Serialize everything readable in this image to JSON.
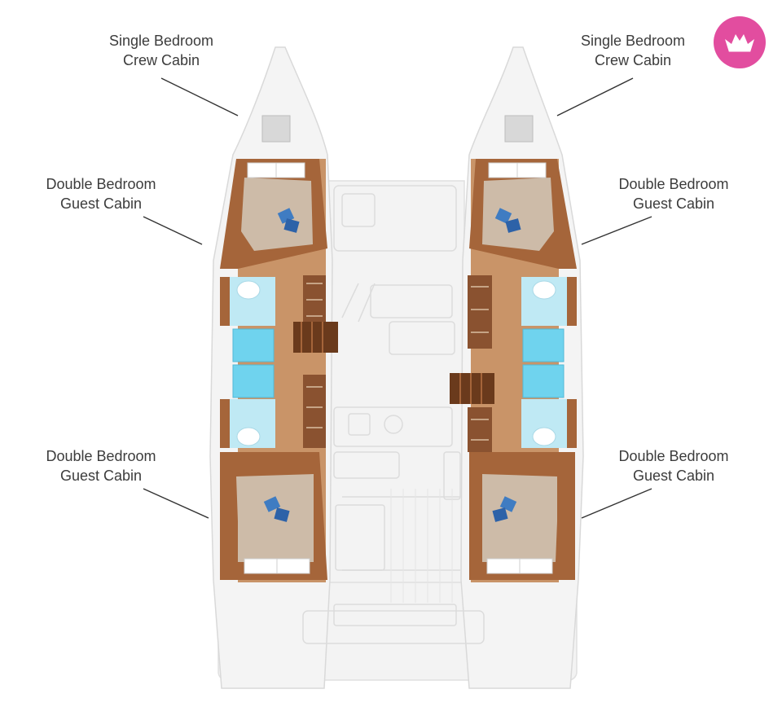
{
  "labels": {
    "port_crew": {
      "line1": "Single Bedroom",
      "line2": "Crew Cabin"
    },
    "stbd_crew": {
      "line1": "Single Bedroom",
      "line2": "Crew Cabin"
    },
    "port_fwd_guest": {
      "line1": "Double Bedroom",
      "line2": "Guest Cabin"
    },
    "stbd_fwd_guest": {
      "line1": "Double Bedroom",
      "line2": "Guest Cabin"
    },
    "port_aft_guest": {
      "line1": "Double Bedroom",
      "line2": "Guest Cabin"
    },
    "stbd_aft_guest": {
      "line1": "Double Bedroom",
      "line2": "Guest Cabin"
    }
  },
  "colors": {
    "hull": "#f4f4f4",
    "hull_outline": "#d9d9d9",
    "wood": "#a5653a",
    "wood_dark": "#7a4423",
    "floor": "#c99468",
    "bed": "#cdbba8",
    "pillow": "#3f7cc2",
    "bath": "#bfe9f4",
    "shower": "#6fd3ee",
    "text": "#3c3c3c",
    "logo": "#e24d9f"
  },
  "icons": {
    "logo": "paper-boat-icon"
  }
}
